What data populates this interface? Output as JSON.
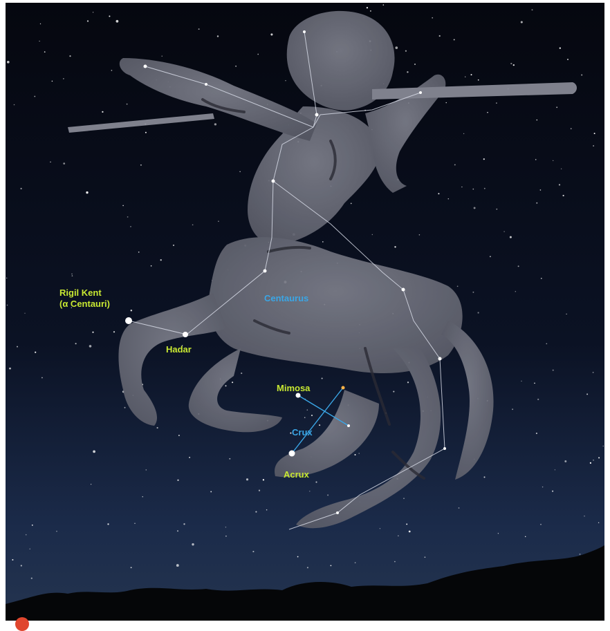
{
  "image": {
    "constellations": {
      "centaurus": "Centaurus",
      "crux": "Crux"
    },
    "stars": {
      "rigil_kent_line1": "Rigil Kent",
      "rigil_kent_line2": "(α Centauri)",
      "hadar": "Hadar",
      "mimosa": "Mimosa",
      "acrux": "Acrux"
    },
    "colors": {
      "sky_top": "#070a14",
      "sky_bottom": "#1a2a46",
      "figure": "#6c6e7a",
      "star_label": "#c8e832",
      "constellation_label": "#3aa6e6",
      "constellation_lines": "#d8dce8"
    }
  }
}
